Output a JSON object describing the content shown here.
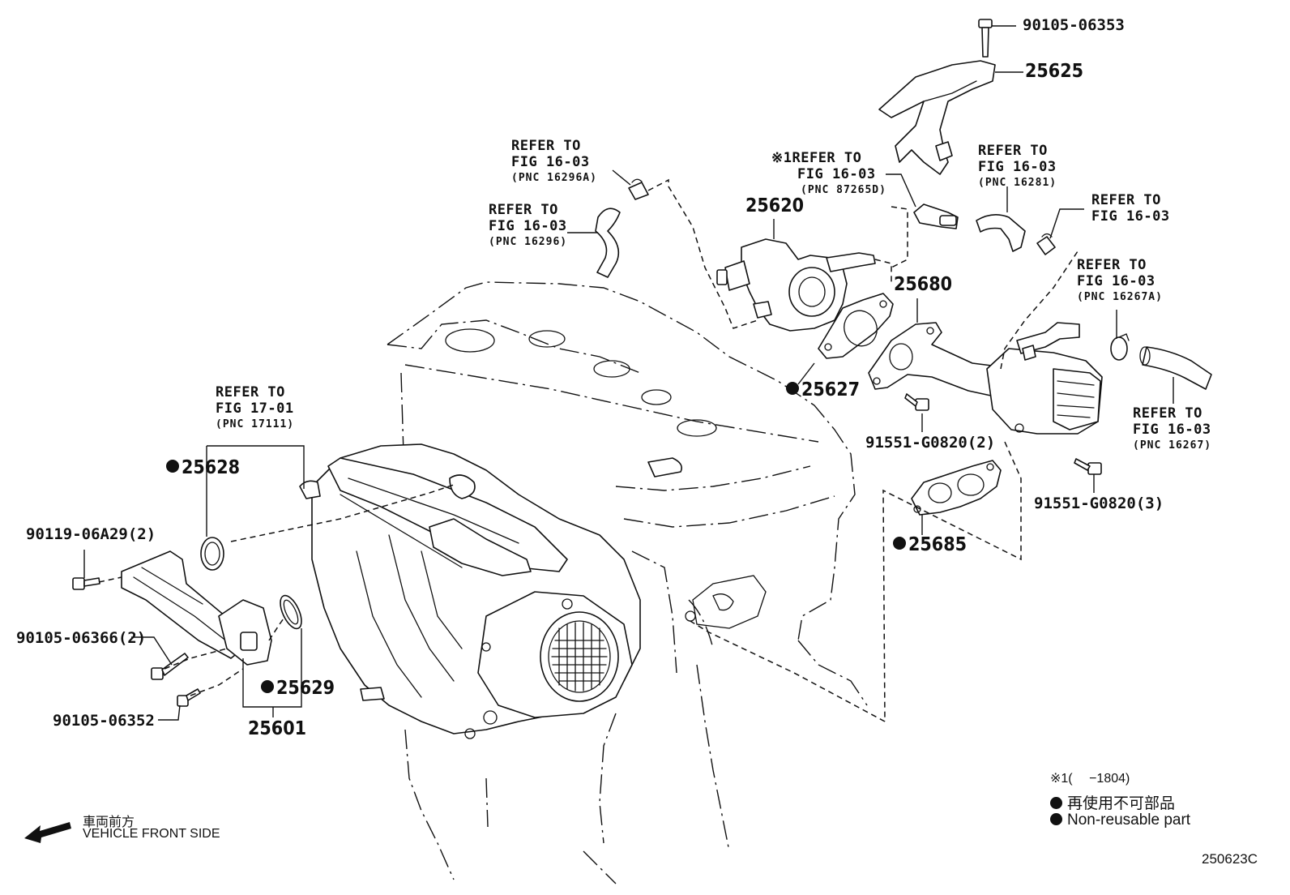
{
  "diagram": {
    "figure_code": "250623C",
    "direction": {
      "label_jp": "車両前方",
      "label_en": "VEHICLE FRONT SIDE"
    },
    "legend": {
      "note": "※1(　 −1804)",
      "nonreusable_jp": "再使用不可部品",
      "nonreusable_en": "Non-reusable part"
    },
    "parts": [
      {
        "id": "p1",
        "number": "90105-06353",
        "nonreusable": false
      },
      {
        "id": "p2",
        "number": "25625",
        "nonreusable": false
      },
      {
        "id": "p3",
        "number": "25620",
        "nonreusable": false
      },
      {
        "id": "p4",
        "number": "25680",
        "nonreusable": false
      },
      {
        "id": "p5",
        "number": "25627",
        "nonreusable": true
      },
      {
        "id": "p6",
        "number": "91551-G0820(2)",
        "nonreusable": false
      },
      {
        "id": "p7",
        "number": "91551-G0820(3)",
        "nonreusable": false
      },
      {
        "id": "p8",
        "number": "25685",
        "nonreusable": true
      },
      {
        "id": "p9",
        "number": "25628",
        "nonreusable": true
      },
      {
        "id": "p10",
        "number": "90119-06A29(2)",
        "nonreusable": false
      },
      {
        "id": "p11",
        "number": "90105-06366(2)",
        "nonreusable": false
      },
      {
        "id": "p12",
        "number": "90105-06352",
        "nonreusable": false
      },
      {
        "id": "p13",
        "number": "25629",
        "nonreusable": true
      },
      {
        "id": "p14",
        "number": "25601",
        "nonreusable": false
      }
    ],
    "references": [
      {
        "id": "r1",
        "prefix": "",
        "line1": "REFER TO",
        "line2": "FIG 16-03",
        "pnc": "(PNC 16296A)"
      },
      {
        "id": "r2",
        "prefix": "",
        "line1": "REFER TO",
        "line2": "FIG 16-03",
        "pnc": "(PNC 16296)"
      },
      {
        "id": "r3",
        "prefix": "※1",
        "line1": "REFER TO",
        "line2": "FIG 16-03",
        "pnc": "(PNC 87265D)"
      },
      {
        "id": "r4",
        "prefix": "",
        "line1": "REFER TO",
        "line2": "FIG 16-03",
        "pnc": "(PNC 16281)"
      },
      {
        "id": "r5",
        "prefix": "",
        "line1": "REFER TO",
        "line2": "FIG 16-03",
        "pnc": ""
      },
      {
        "id": "r6",
        "prefix": "",
        "line1": "REFER TO",
        "line2": "FIG 16-03",
        "pnc": "(PNC 16267A)"
      },
      {
        "id": "r7",
        "prefix": "",
        "line1": "REFER TO",
        "line2": "FIG 16-03",
        "pnc": "(PNC 16267)"
      },
      {
        "id": "r8",
        "prefix": "",
        "line1": "REFER TO",
        "line2": "FIG 17-01",
        "pnc": "(PNC 17111)"
      }
    ]
  }
}
